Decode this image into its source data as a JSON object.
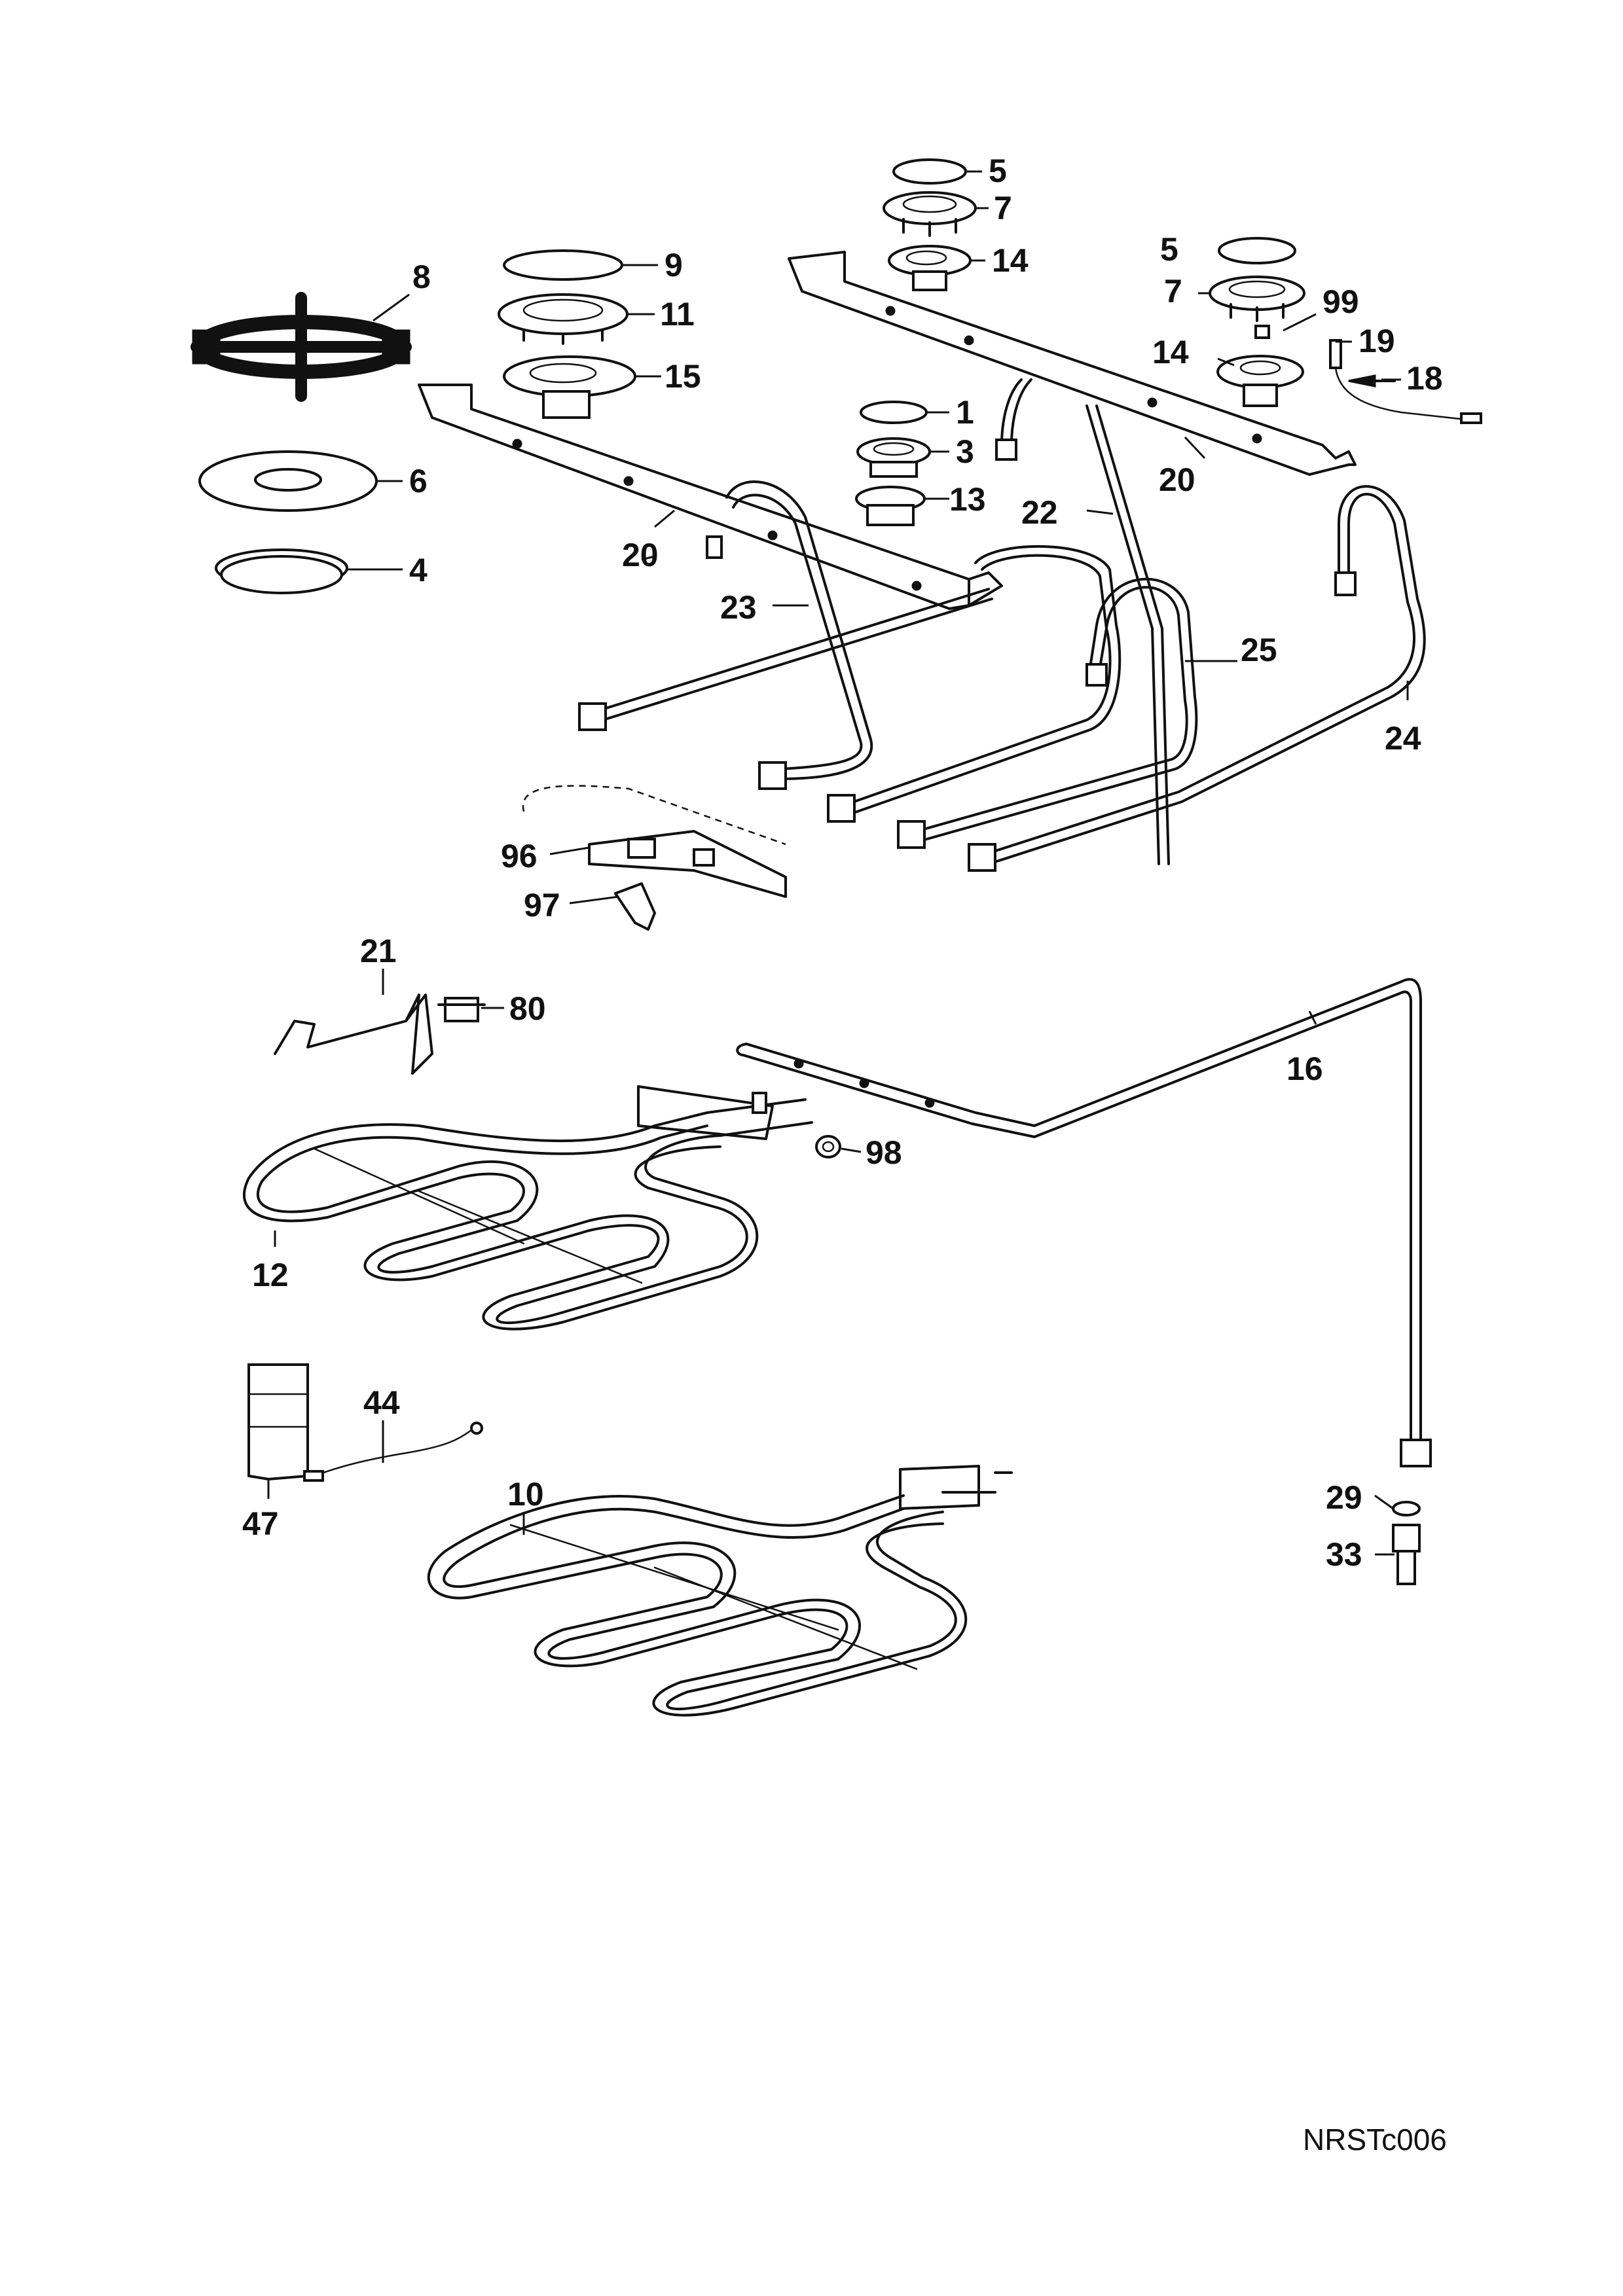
{
  "labels": {
    "p1": "1",
    "p3": "3",
    "p4": "4",
    "p5a": "5",
    "p5b": "5",
    "p6": "6",
    "p7a": "7",
    "p7b": "7",
    "p8": "8",
    "p9": "9",
    "p10": "10",
    "p11": "11",
    "p12": "12",
    "p13": "13",
    "p14a": "14",
    "p14b": "14",
    "p15": "15",
    "p16": "16",
    "p18": "18",
    "p19": "19",
    "p20a": "20",
    "p20b": "20",
    "p21": "21",
    "p22": "22",
    "p23": "23",
    "p24": "24",
    "p25": "25",
    "p29": "29",
    "p33": "33",
    "p44": "44",
    "p47": "47",
    "p80": "80",
    "p96": "96",
    "p97": "97",
    "p98": "98",
    "p99": "99"
  },
  "drawing_code": "NRSTc006"
}
